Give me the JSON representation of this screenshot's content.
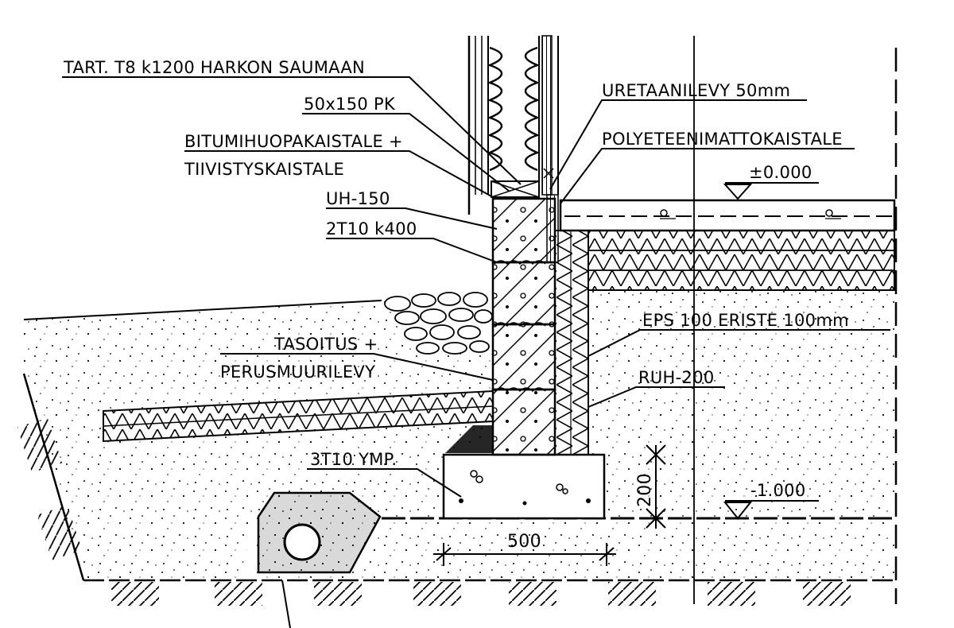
{
  "labels": {
    "tart": "TART. T8 k1200 HARKON SAUMAAN",
    "pk": "50x150 PK",
    "bitumi": "BITUMIHUOPAKAISTALE +",
    "tiivistys": "TIIVISTYSKAISTALE",
    "uh150": "UH-150",
    "rebar_top": "2T10 k400",
    "uretaani": "URETAANILEVY 50mm",
    "polyeteeni": "POLYETEENIMATTOKAISTALE",
    "floor_level": "±0.000",
    "eps": "EPS 100 ERISTE 100mm",
    "tasoitus": "TASOITUS +",
    "perusmuuri": "PERUSMUURILEVY",
    "ruh200": "RUH-200",
    "rebar_footing": "3T10 YMP.",
    "footing_level": "-1.000",
    "dim_height": "200",
    "dim_width": "500"
  },
  "colors": {
    "ink": "#000000",
    "paper": "#ffffff"
  }
}
